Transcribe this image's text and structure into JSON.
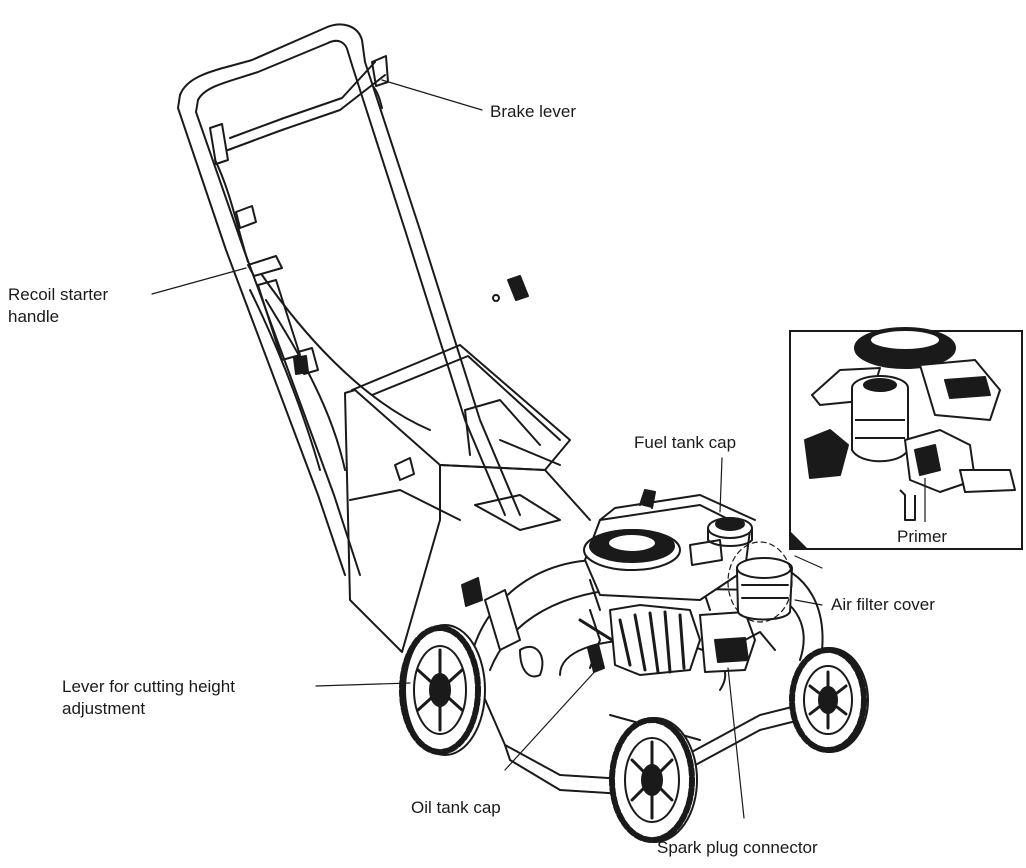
{
  "diagram": {
    "labels": {
      "brake_lever": "Brake lever",
      "recoil_starter_1": "Recoil starter",
      "recoil_starter_2": "handle",
      "fuel_tank_cap": "Fuel tank cap",
      "primer": "Primer",
      "air_filter_cover": "Air filter cover",
      "lever_height_1": "Lever for cutting height",
      "lever_height_2": "adjustment",
      "oil_tank_cap": "Oil tank cap",
      "spark_plug_connector": "Spark plug connector"
    }
  }
}
